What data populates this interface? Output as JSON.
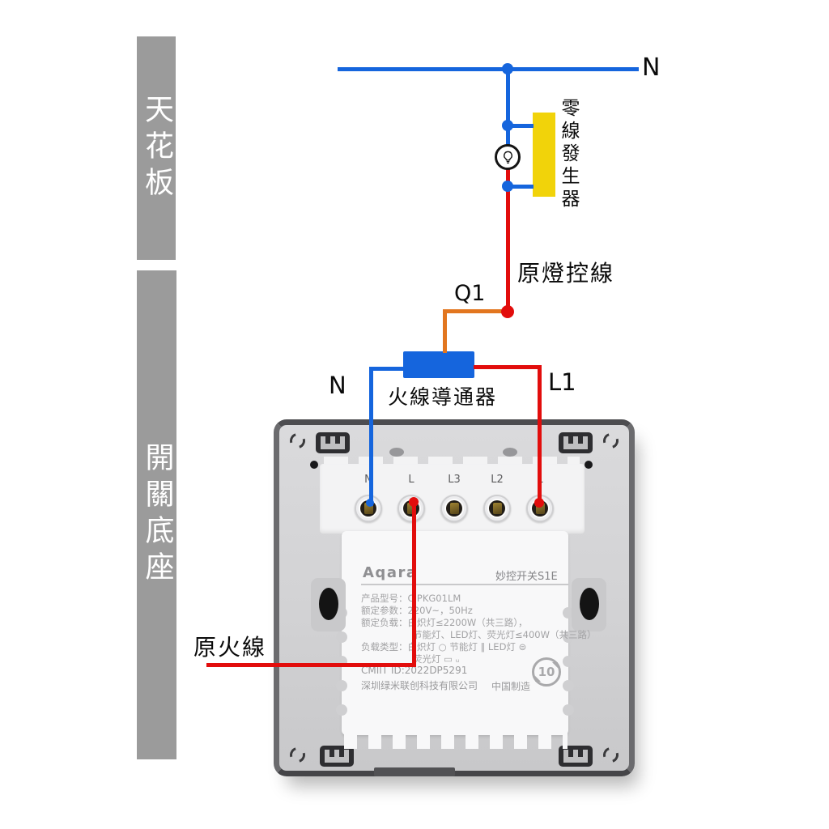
{
  "zones": {
    "ceiling": "天花板",
    "switch_base": "開關底座"
  },
  "diagram": {
    "neutral_label": "N",
    "neutral_generator": "零線發生器",
    "lamp_control_wire": "原燈控線",
    "q1": "Q1",
    "live_conductor": "火線導通器",
    "n_terminal": "N",
    "l1_terminal": "L1",
    "original_live_wire": "原火線"
  },
  "switch_unit": {
    "brand": "Aqara",
    "product_name": "妙控开关S1E",
    "terminals": [
      "N",
      "L",
      "L3",
      "L2",
      "L"
    ],
    "spec_lines": [
      "产品型号：CJPKG01LM",
      "额定参数：220V~，50Hz",
      "额定负载：白炽灯≤2200W（共三路），",
      "节能灯、LED灯、荧光灯≤400W（共三路）",
      "负载类型：白炽灯 ○ 节能灯 ‖ LED灯 ⊜",
      "荧光灯 ▭ ᵤ",
      "CMIIT ID:2022DP5291"
    ],
    "company": "深圳绿米联创科技有限公司",
    "made_in": "中国制造",
    "recycle_mark": "10"
  },
  "colors": {
    "wire_blue": "#1565dd",
    "wire_red": "#e20d0c",
    "wire_orange": "#e2761f",
    "generator_yellow": "#f1d30a",
    "zone_bar_gray": "#9b9b9b"
  }
}
